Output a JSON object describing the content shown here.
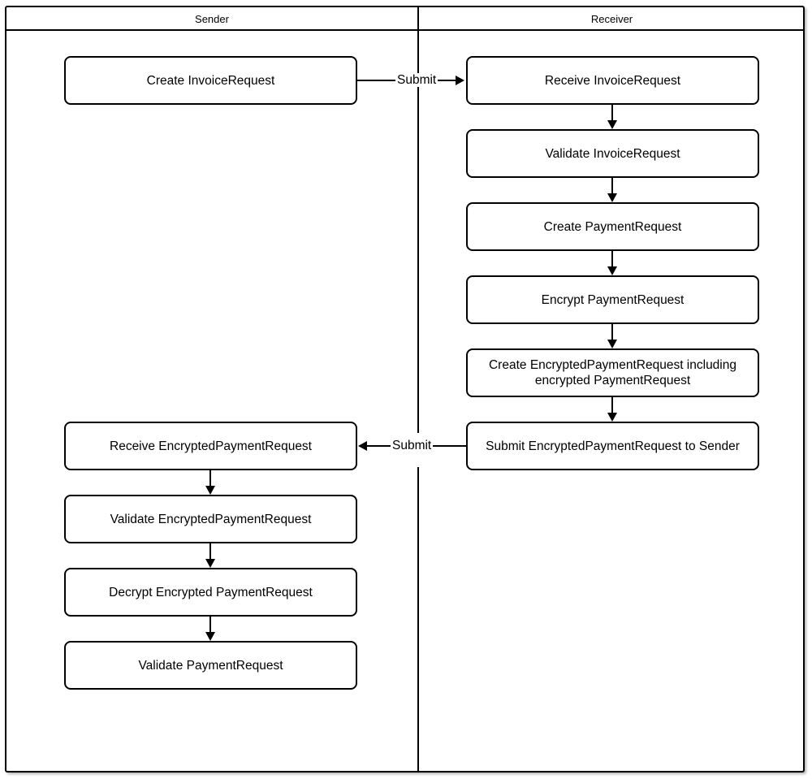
{
  "diagram": {
    "type": "swimlane-flowchart",
    "lanes": [
      {
        "id": "sender",
        "label": "Sender"
      },
      {
        "id": "receiver",
        "label": "Receiver"
      }
    ],
    "nodes": [
      {
        "id": "n1",
        "lane": "sender",
        "label": "Create InvoiceRequest"
      },
      {
        "id": "n2",
        "lane": "receiver",
        "label": "Receive InvoiceRequest"
      },
      {
        "id": "n3",
        "lane": "receiver",
        "label": "Validate InvoiceRequest"
      },
      {
        "id": "n4",
        "lane": "receiver",
        "label": "Create PaymentRequest"
      },
      {
        "id": "n5",
        "lane": "receiver",
        "label": "Encrypt PaymentRequest"
      },
      {
        "id": "n6",
        "lane": "receiver",
        "label": "Create EncryptedPaymentRequest including encrypted PaymentRequest"
      },
      {
        "id": "n7",
        "lane": "receiver",
        "label": "Submit EncryptedPaymentRequest to Sender"
      },
      {
        "id": "n8",
        "lane": "sender",
        "label": "Receive EncryptedPaymentRequest"
      },
      {
        "id": "n9",
        "lane": "sender",
        "label": "Validate EncryptedPaymentRequest"
      },
      {
        "id": "n10",
        "lane": "sender",
        "label": "Decrypt Encrypted PaymentRequest"
      },
      {
        "id": "n11",
        "lane": "sender",
        "label": "Validate PaymentRequest"
      }
    ],
    "edges": [
      {
        "from": "n1",
        "to": "n2",
        "label": "Submit",
        "direction": "right"
      },
      {
        "from": "n2",
        "to": "n3",
        "label": "",
        "direction": "down"
      },
      {
        "from": "n3",
        "to": "n4",
        "label": "",
        "direction": "down"
      },
      {
        "from": "n4",
        "to": "n5",
        "label": "",
        "direction": "down"
      },
      {
        "from": "n5",
        "to": "n6",
        "label": "",
        "direction": "down"
      },
      {
        "from": "n6",
        "to": "n7",
        "label": "",
        "direction": "down"
      },
      {
        "from": "n7",
        "to": "n8",
        "label": "Submit",
        "direction": "left"
      },
      {
        "from": "n8",
        "to": "n9",
        "label": "",
        "direction": "down"
      },
      {
        "from": "n9",
        "to": "n10",
        "label": "",
        "direction": "down"
      },
      {
        "from": "n10",
        "to": "n11",
        "label": "",
        "direction": "down"
      }
    ],
    "colors": {
      "stroke": "#000000",
      "fill": "#ffffff",
      "text": "#000000"
    }
  }
}
